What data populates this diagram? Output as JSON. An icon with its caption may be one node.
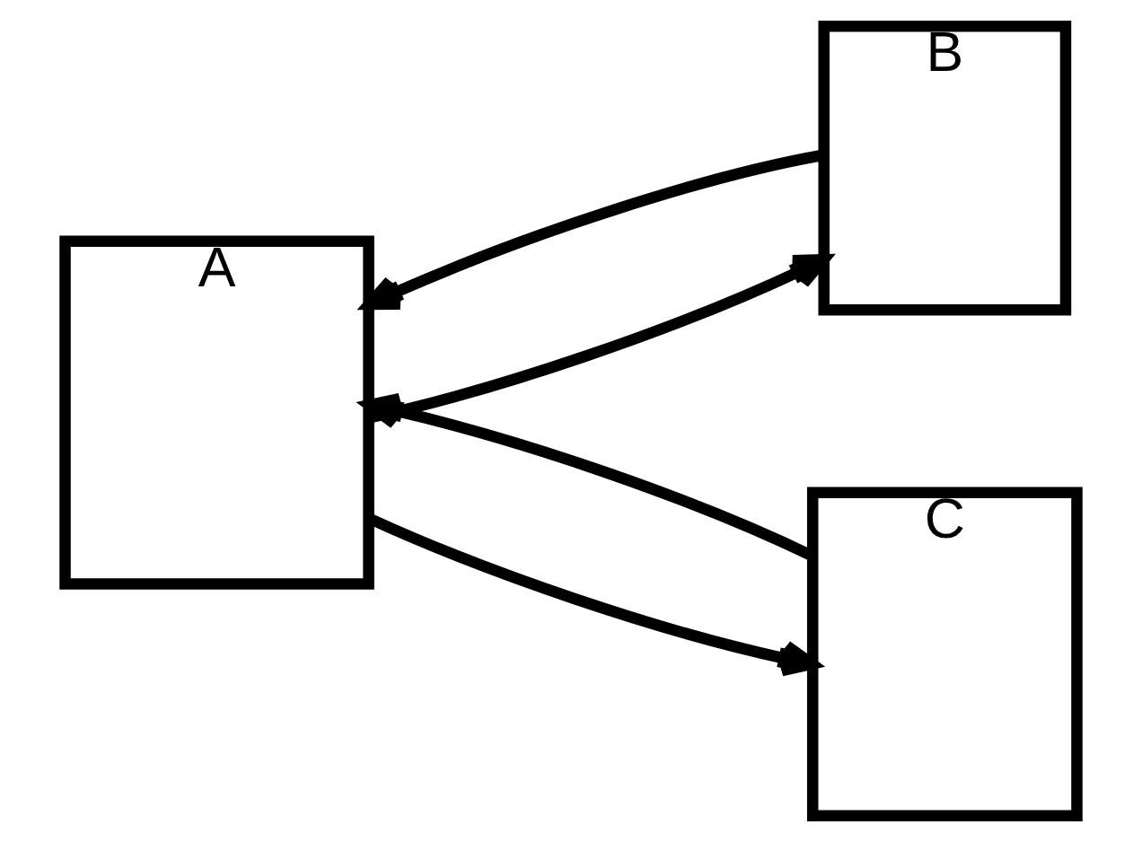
{
  "diagram": {
    "nodes": [
      {
        "text": [
          "A"
        ]
      },
      {
        "text": [
          "B"
        ]
      },
      {
        "text": [
          "C"
        ]
      }
    ],
    "edges": [
      {
        "from": 0,
        "to": 1,
        "arrow": "to"
      },
      {
        "from": 1,
        "to": 0,
        "arrow": "to"
      },
      {
        "from": 0,
        "to": 2,
        "arrow": "to"
      },
      {
        "from": 2,
        "to": 0,
        "arrow": "to"
      }
    ]
  }
}
